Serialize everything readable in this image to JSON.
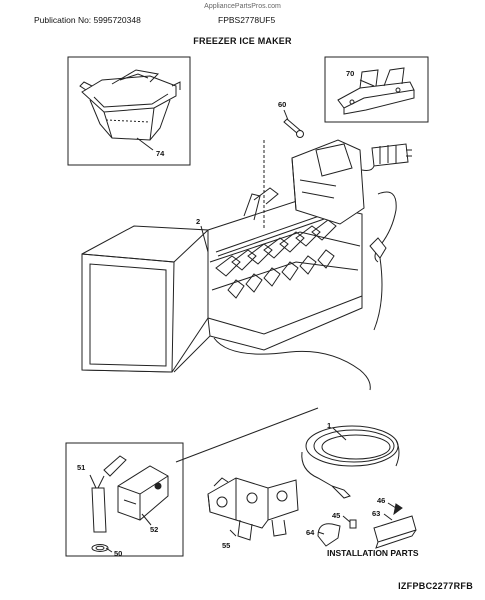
{
  "header": {
    "watermark": "AppliancePartsPros.com",
    "publication": "Publication No: 5995720348",
    "model": "FPBS2778UF5"
  },
  "diagram": {
    "title": "FREEZER ICE MAKER",
    "footer_code": "IZFPBC2277RFB",
    "callouts": {
      "p74": "74",
      "p70": "70",
      "p60": "60",
      "p2": "2",
      "p1": "1",
      "p51": "51",
      "p50": "50",
      "p52": "52",
      "p55": "55",
      "p46": "46",
      "p45": "45",
      "p63": "63",
      "p64": "64"
    },
    "installation_label": "INSTALLATION PARTS"
  }
}
